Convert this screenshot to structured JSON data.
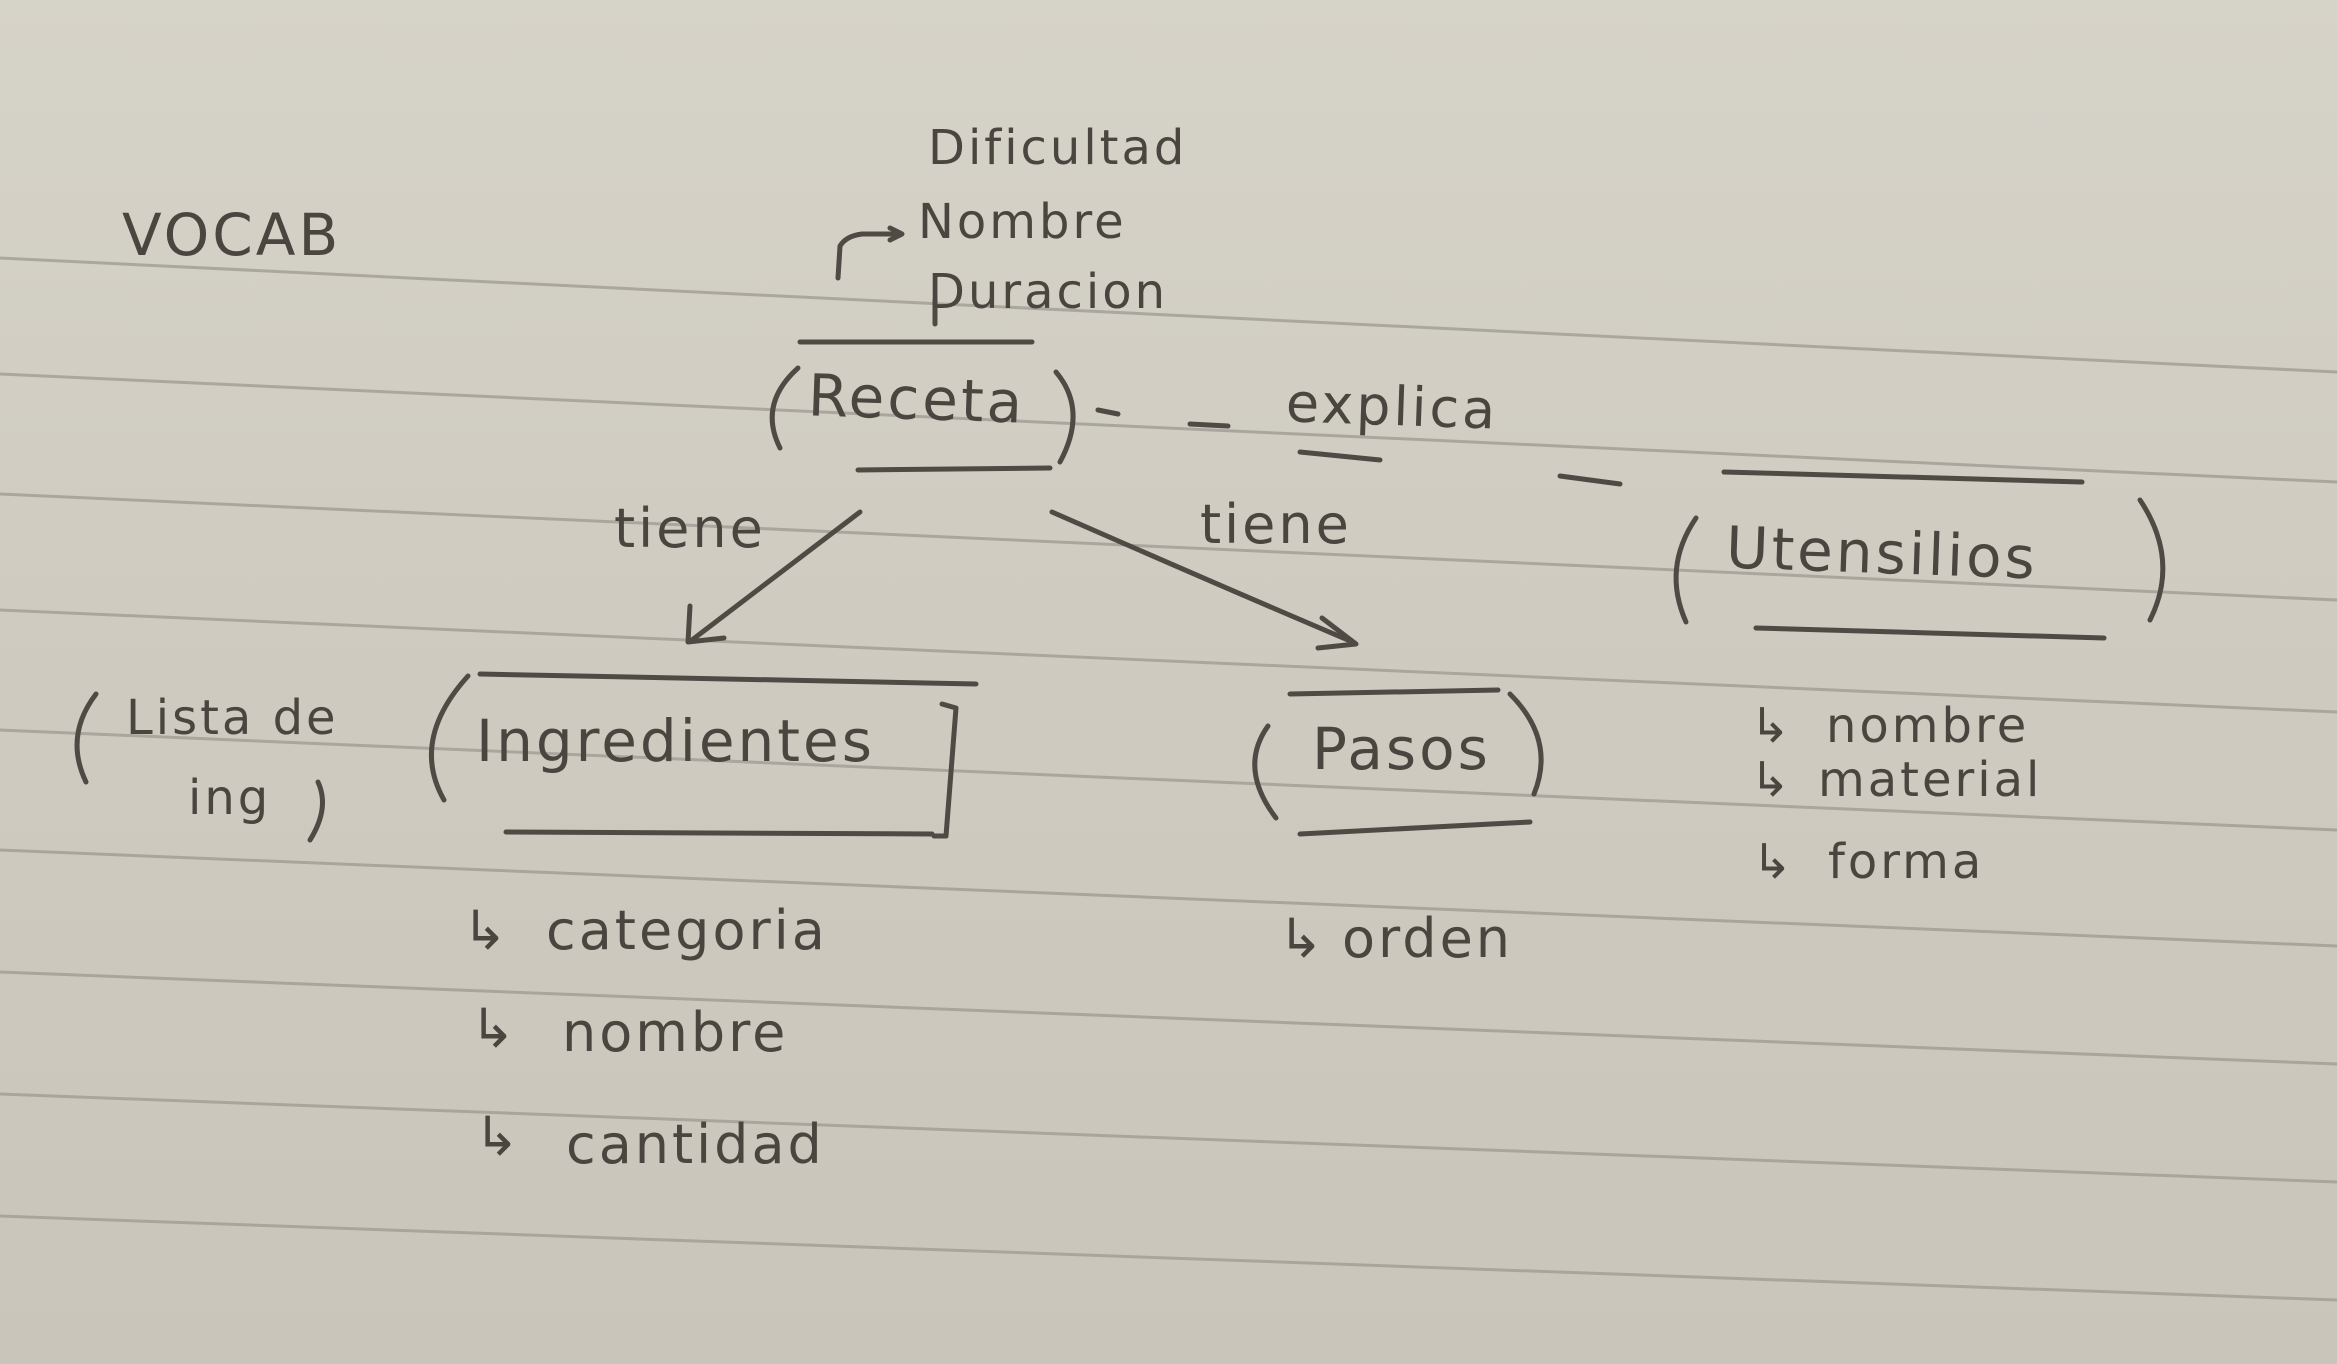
{
  "colors": {
    "paper": "#d1cec4",
    "ink": "#4a463f",
    "rule": "#9d9a92"
  },
  "header": {
    "title": "VOCAB"
  },
  "nodes": {
    "receta": {
      "label": "Receta",
      "attributes": [
        "Dificultad",
        "Nombre",
        "Duracion"
      ]
    },
    "ingredientes": {
      "label": "Ingredientes",
      "side_note": [
        "Lista de",
        "ing"
      ],
      "attributes": [
        "categoria",
        "nombre",
        "cantidad"
      ]
    },
    "pasos": {
      "label": "Pasos",
      "attributes": [
        "orden"
      ]
    },
    "utensilios": {
      "label": "Utensilios",
      "attributes": [
        "nombre",
        "material",
        "forma"
      ]
    }
  },
  "relations": {
    "receta_ingredientes": "tiene",
    "receta_pasos": "tiene",
    "receta_utensilios": "explica"
  },
  "symbols": {
    "sub_arrow": "↳"
  }
}
